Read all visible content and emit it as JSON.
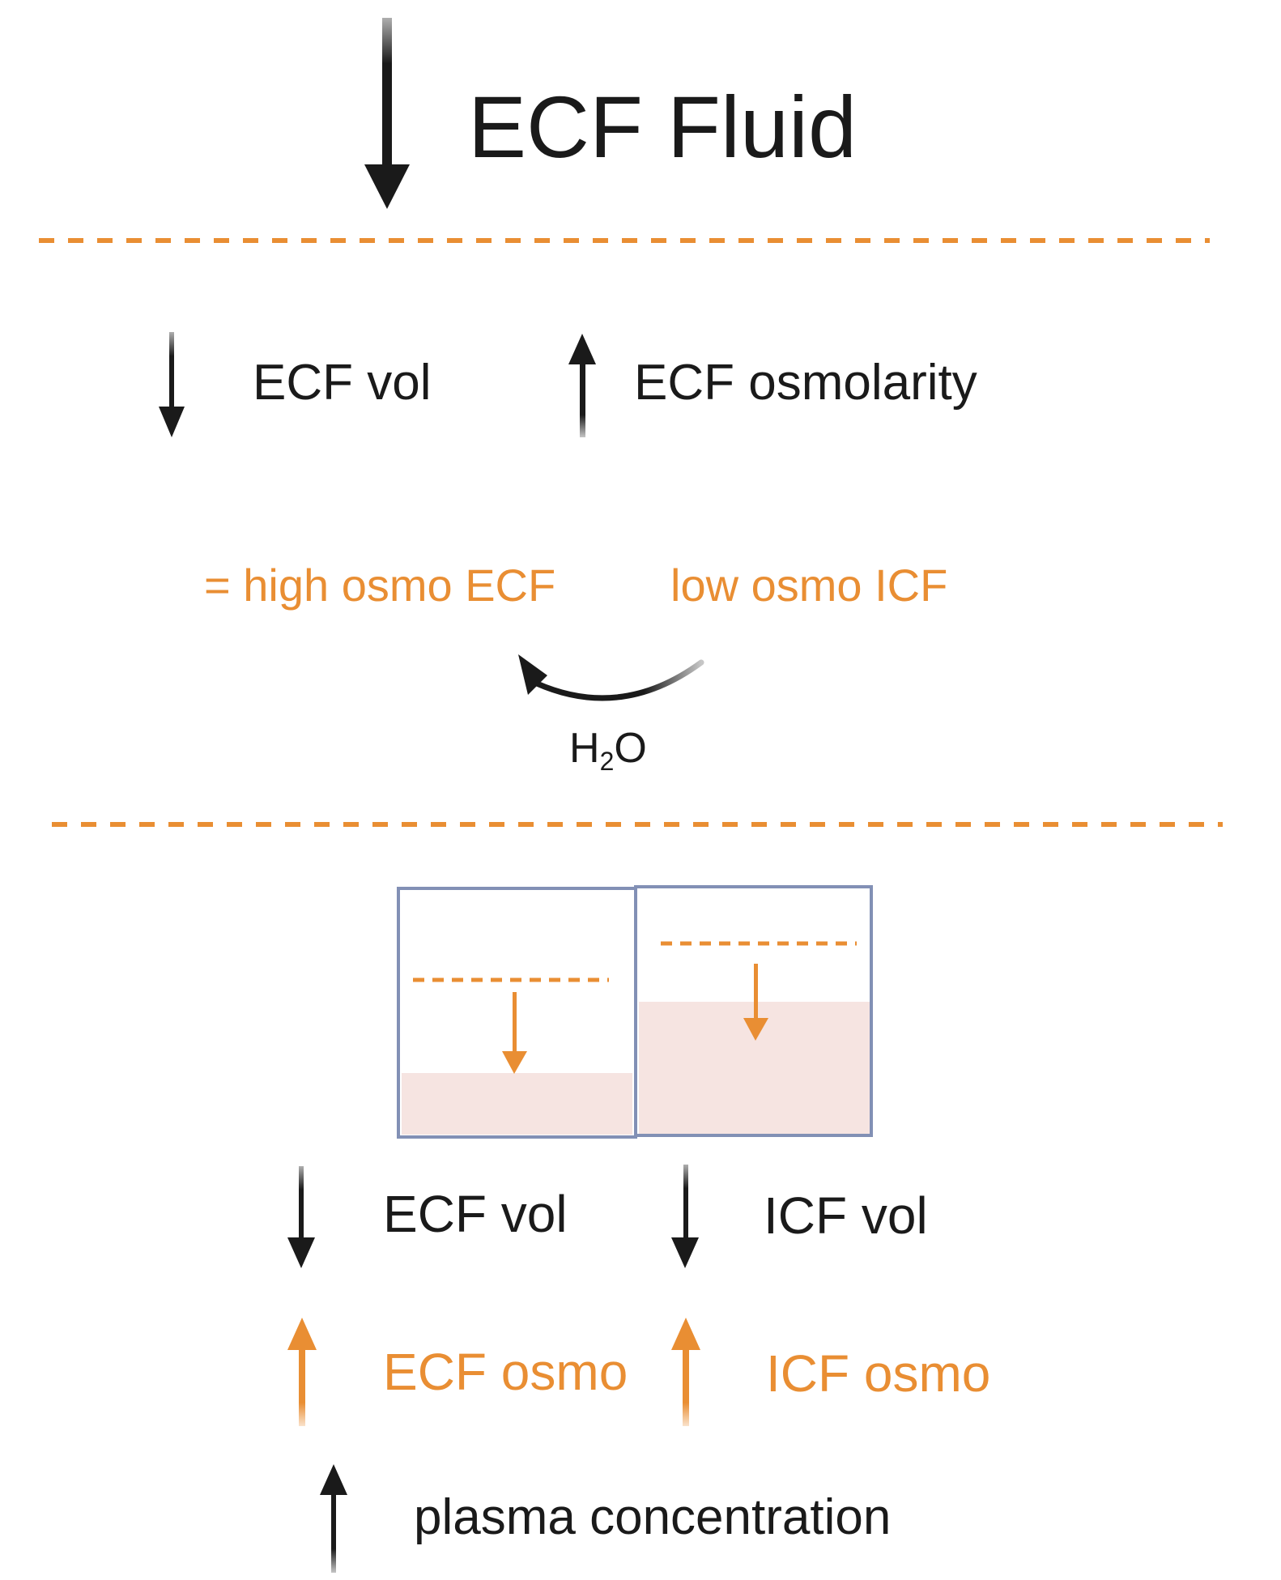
{
  "colors": {
    "dark": "#1a1a1a",
    "orange": "#e98e33",
    "box_border": "#8290b5",
    "fluid_fill": "#f6e4e1"
  },
  "title": "ECF Fluid",
  "top_effects": {
    "ecf_vol": "ECF vol",
    "ecf_osmolarity": "ECF osmolarity"
  },
  "shift": {
    "high_osmo": "= high osmo ECF",
    "low_osmo": "low osmo ICF",
    "water_base": "H",
    "water_sub": "2",
    "water_end": "O"
  },
  "bottom_effects": {
    "ecf_vol": "ECF vol",
    "icf_vol": "ICF vol",
    "ecf_osmo": "ECF osmo",
    "icf_osmo": "ICF osmo",
    "plasma": "plasma concentration"
  },
  "icons": {
    "title_arrow": "arrow-down-icon",
    "ecf_vol_arrow": "arrow-down-icon",
    "ecf_osmolarity_arrow": "arrow-up-icon",
    "water_arrow": "curved-arrow-icon",
    "bottom_ecf_vol_arrow": "arrow-down-icon",
    "bottom_icf_vol_arrow": "arrow-down-icon",
    "ecf_osmo_arrow": "arrow-up-icon",
    "icf_osmo_arrow": "arrow-up-icon",
    "plasma_arrow": "arrow-up-icon"
  }
}
